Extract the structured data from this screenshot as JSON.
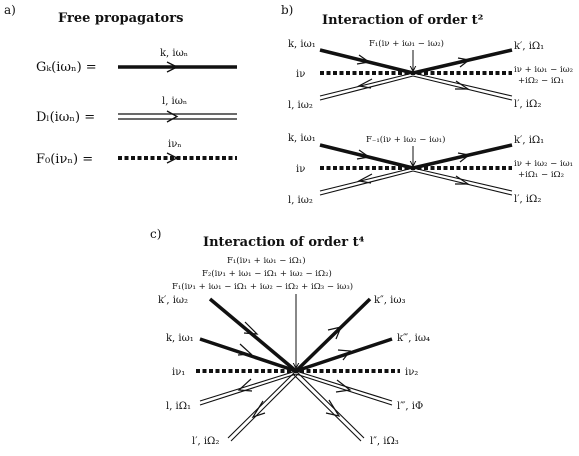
{
  "panels": {
    "a": {
      "tag": "a)",
      "title": "Free propagators",
      "rows": [
        {
          "lhs": "Gₖ(iωₙ) =",
          "label": "k, iωₙ"
        },
        {
          "lhs": "Dₗ(iωₙ) =",
          "label": "l, iωₙ"
        },
        {
          "lhs": "F₀(iνₙ) =",
          "label": "iνₙ"
        }
      ]
    },
    "b": {
      "tag": "b)",
      "title": "Interaction of order t²",
      "top": {
        "vertex_label": "F₁(iν + iω₁ − iω₂)",
        "left_fermion": "k, iω₁",
        "left_boson": "iν",
        "left_phonon": "l, iω₂",
        "right_fermion": "k′, iΩ₁",
        "right_boson_1": "iν + iω₁ − iω₂",
        "right_boson_2": "+iΩ₂ − iΩ₁",
        "right_phonon": "l′, iΩ₂"
      },
      "bottom": {
        "vertex_label": "F₋₁(iν + iω₂ − iω₁)",
        "left_fermion": "k, iω₁",
        "left_boson": "iν",
        "left_phonon": "l, iω₂",
        "right_fermion": "k′, iΩ₁",
        "right_boson_1": "iν + iω₂ − iω₁",
        "right_boson_2": "+iΩ₁ − iΩ₂",
        "right_phonon": "l′, iΩ₂"
      }
    },
    "c": {
      "tag": "c)",
      "title": "Interaction of order t⁴",
      "vertex_lines": [
        "F₁(iν₁ + iω₁ − iΩ₁)",
        "F₂(iν₁ + iω₁ − iΩ₁ + iω₂ − iΩ₂)",
        "F₁(iν₁ + iω₁ − iΩ₁ + iω₂ − iΩ₂ + iΩ₃ − iω₃)"
      ],
      "labels": {
        "k_prime": "k′, iω₂",
        "k": "k, iω₁",
        "nu1": "iν₁",
        "l": "l, iΩ₁",
        "l_prime": "l′, iΩ₂",
        "k_dprime": "k″, iω₃",
        "k_tprime": "k‴, iω₄",
        "nu2": "iν₂",
        "l_tprime": "l‴, iΦ",
        "l_dprime": "l″, iΩ₃"
      }
    }
  }
}
